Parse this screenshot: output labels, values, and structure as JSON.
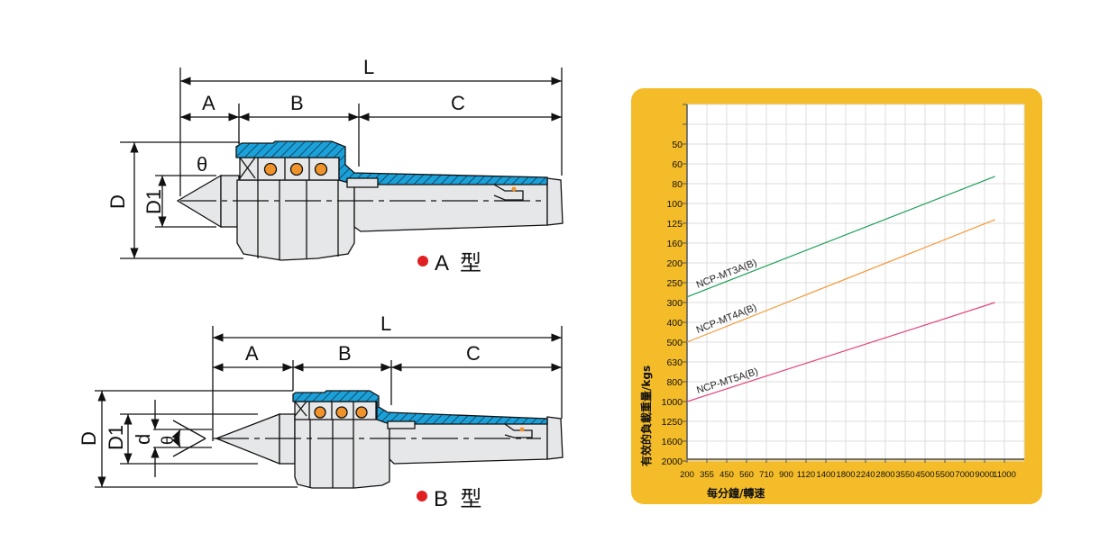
{
  "diagram_a": {
    "labels": {
      "L": "L",
      "A": "A",
      "B": "B",
      "C": "C",
      "D": "D",
      "D1": "D1",
      "theta": "θ"
    },
    "type_label": "A  型"
  },
  "diagram_b": {
    "labels": {
      "L": "L",
      "A": "A",
      "B": "B",
      "C": "C",
      "D": "D",
      "D1": "D1",
      "d": "d",
      "theta": "θ"
    },
    "type_label": "B  型"
  },
  "colors": {
    "panel": "#F4BC28",
    "hatch": "#1BA0D8",
    "body": "#E6E7E8",
    "ball": "#F0932B",
    "dot": "#E02020"
  },
  "chart_data": {
    "type": "line",
    "title": "",
    "xlabel": "每分鐘/轉速",
    "ylabel": "有效的負載重量/kgs",
    "x_ticks": [
      "200",
      "355",
      "450",
      "560",
      "710",
      "900",
      "1120",
      "1400",
      "1800",
      "2240",
      "2800",
      "3550",
      "4500",
      "5500",
      "7000",
      "9000",
      "11000"
    ],
    "y_ticks": [
      "",
      "",
      "50",
      "60",
      "80",
      "100",
      "125",
      "160",
      "200",
      "250",
      "300",
      "400",
      "500",
      "630",
      "800",
      "1000",
      "1250",
      "1600",
      "2000"
    ],
    "y_inverted": true,
    "grid": true,
    "series": [
      {
        "name": "NCP-MT3A(B)",
        "color": "#1E9E57",
        "points": [
          [
            200,
            285
          ],
          [
            10000,
            72
          ]
        ]
      },
      {
        "name": "NCP-MT4A(B)",
        "color": "#F39A3A",
        "points": [
          [
            200,
            500
          ],
          [
            10000,
            120
          ]
        ]
      },
      {
        "name": "NCP-MT5A(B)",
        "color": "#E0457F",
        "points": [
          [
            200,
            1000
          ],
          [
            10000,
            300
          ]
        ]
      }
    ]
  }
}
